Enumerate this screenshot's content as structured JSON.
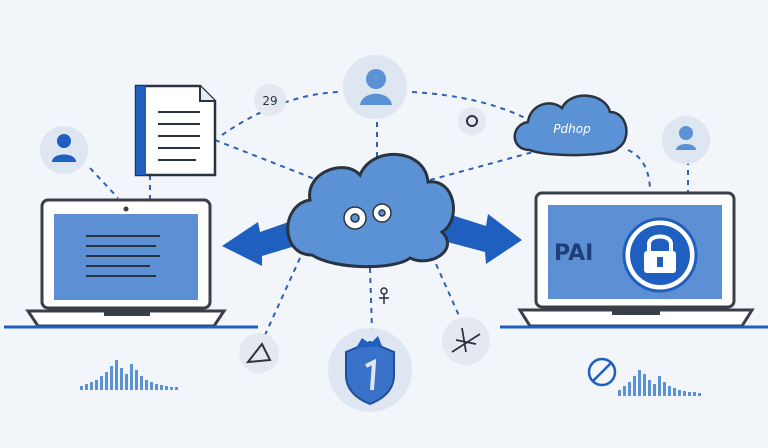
{
  "colors": {
    "background": "#f2f5fa",
    "primary_blue": "#1f5fbf",
    "light_blue": "#5b92d6",
    "pale_blue": "#c8dbf2",
    "screen_blue": "#5d8fd4",
    "outline": "#3a3f47",
    "bubble": "#dde6f1",
    "dashed_line": "#2f62b3"
  },
  "cloud_left_label": "",
  "right_cloud_text": "Pdhop",
  "right_screen_text": "PAI",
  "small_icon_text": "29",
  "icons": {
    "top_user": "user-icon",
    "left_user": "user-lock-icon",
    "right_user": "user-icon",
    "gears": "gears-icon",
    "shield": "shield-icon",
    "lock": "padlock-icon",
    "document": "document-icon",
    "left_arrow": "arrow-left-icon",
    "right_arrow": "arrow-right-icon"
  }
}
